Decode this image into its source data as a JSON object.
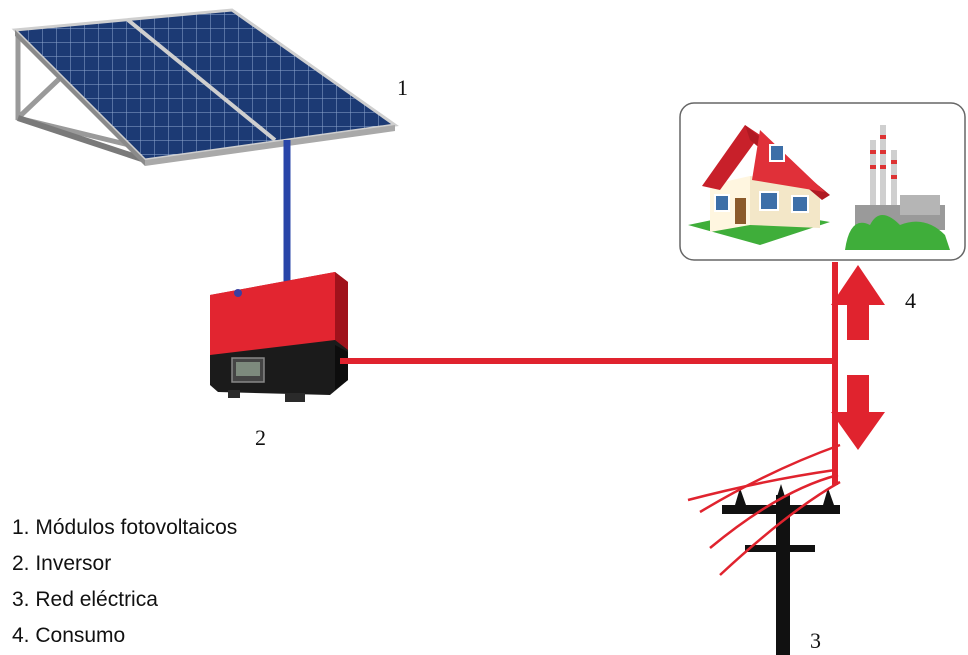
{
  "labels": {
    "panel_number": "1",
    "inverter_number": "2",
    "grid_number": "3",
    "consumption_number": "4"
  },
  "legend": [
    "1. Módulos fotovoltaicos",
    "2. Inversor",
    "3. Red eléctrica",
    "4. Consumo"
  ],
  "colors": {
    "panel_cell": "#1c3a74",
    "panel_grid": "#8fa8cf",
    "dc_cable": "#2845a8",
    "ac_line": "#e0232e",
    "inverter_body": "#e22530",
    "inverter_base": "#1b1b1b",
    "roof": "#c8202a",
    "lawn": "#3fae3a",
    "pole": "#111111"
  },
  "icons": [
    "solar-panel-icon",
    "inverter-icon",
    "house-icon",
    "power-plant-icon",
    "utility-pole-icon",
    "bidirectional-arrow-icon"
  ]
}
